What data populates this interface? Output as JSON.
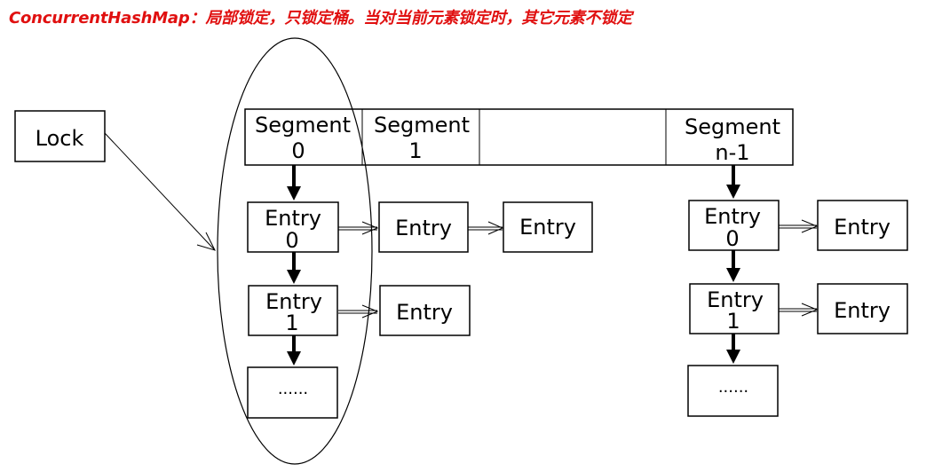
{
  "title": "ConcurrentHashMap：局部锁定，只锁定桶。当对当前元素锁定时，其它元素不锁定",
  "lock": "Lock",
  "segments": [
    {
      "line1": "Segment",
      "line2": "0"
    },
    {
      "line1": "Segment",
      "line2": "1"
    },
    {
      "line1": "",
      "line2": ""
    },
    {
      "line1": "Segment",
      "line2": "n-1"
    }
  ],
  "entry": "Entry",
  "entry_index_0": "0",
  "entry_index_1": "1",
  "ellipsis": "......"
}
